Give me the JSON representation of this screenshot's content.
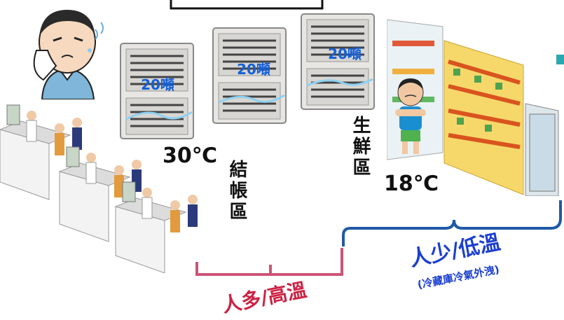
{
  "colors": {
    "high_temp": "#cc2244",
    "low_temp": "#1c3fd0",
    "bracket_pink": "#cc5577",
    "bracket_blue": "#1f5aa6",
    "ac_text": "#1560d8"
  },
  "icons": {
    "hot_person": "sweating-person-icon",
    "cold_person": "cold-boy-icon",
    "ac_unit": "air-conditioner-icon",
    "checkout": "checkout-counter-icon",
    "shelves": "supermarket-shelf-icon"
  },
  "ac_units": [
    {
      "label": "20噸"
    },
    {
      "label": "20噸"
    },
    {
      "label": "20噸"
    }
  ],
  "zones": {
    "checkout": {
      "temperature": "30℃",
      "name": "結帳區"
    },
    "fresh": {
      "temperature": "18℃",
      "name": "生鮮區"
    }
  },
  "brackets": {
    "crowded": {
      "label": "人多/高溫"
    },
    "sparse": {
      "label": "人少/低溫",
      "note": "(冷藏庫冷氣外洩)"
    }
  }
}
